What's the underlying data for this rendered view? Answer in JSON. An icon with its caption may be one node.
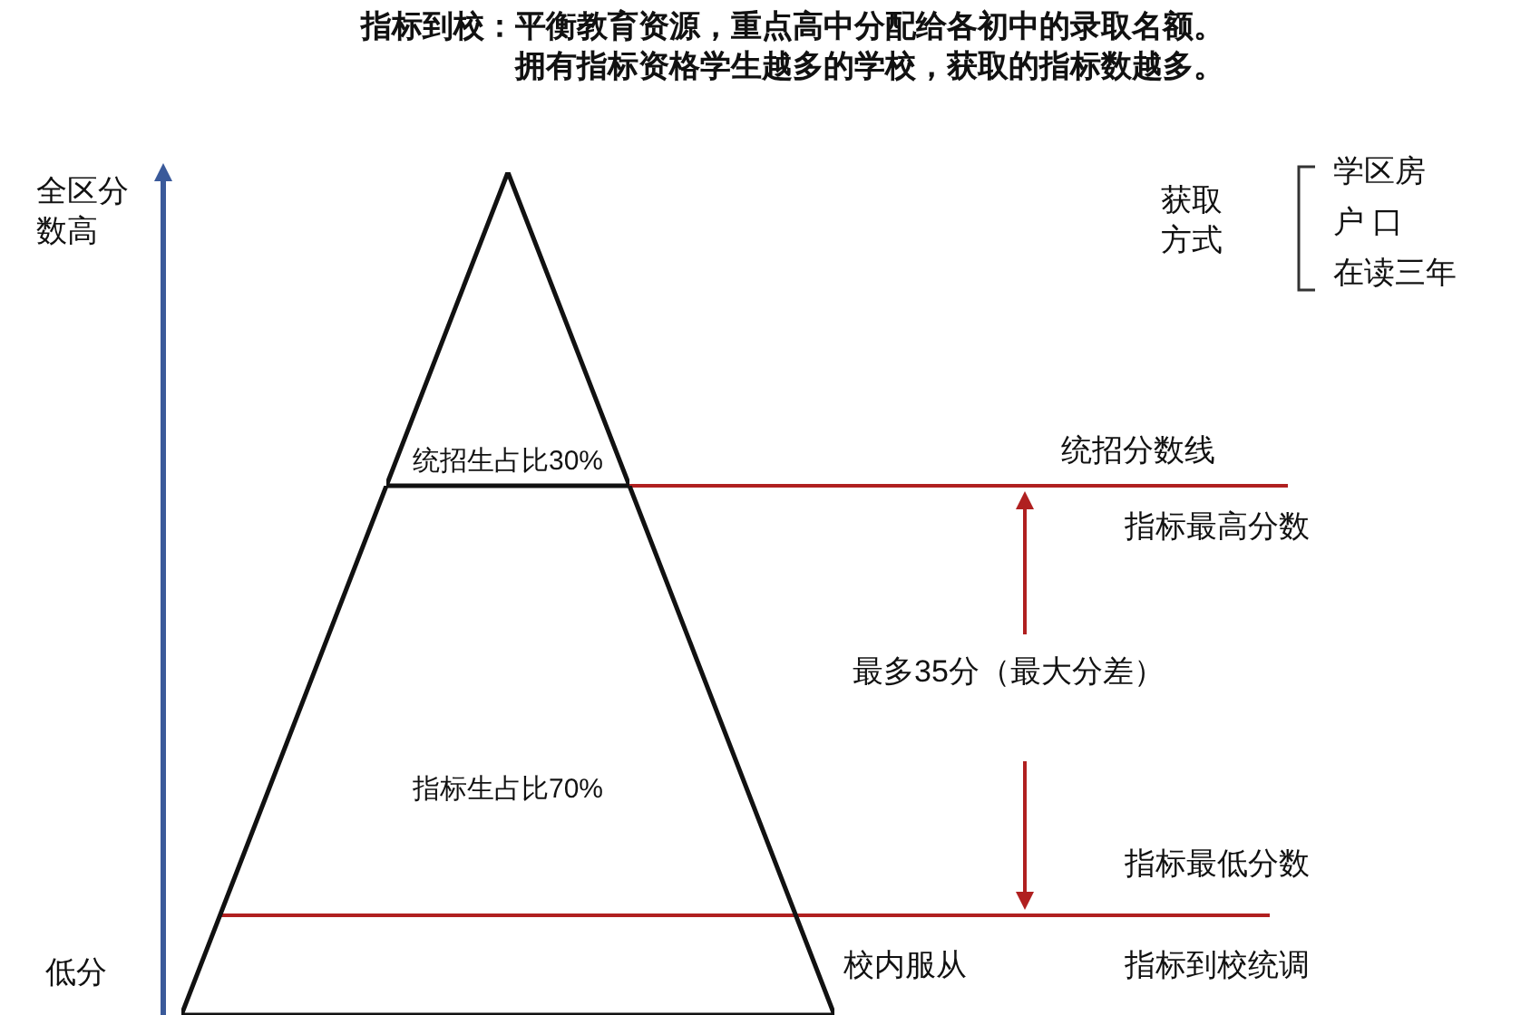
{
  "diagram": {
    "title": "指标到校：平衡教育资源，重点高中分配给各初中的录取名额。拥有指标资格学生越多的学校，获取的指标数越多。",
    "nodes": [
      {
        "text": [
          "统招生占比30%"
        ]
      },
      {
        "text": [
          "指标生占比70%"
        ]
      }
    ],
    "labels": [
      "获取方式",
      "学区房",
      "户 口",
      "在读三年",
      "全区分数高",
      "统招分数线",
      "指标最高分数",
      "最多35分（最大分差）",
      "指标最低分数",
      "低分",
      "校内服从",
      "指标到校统调"
    ]
  }
}
